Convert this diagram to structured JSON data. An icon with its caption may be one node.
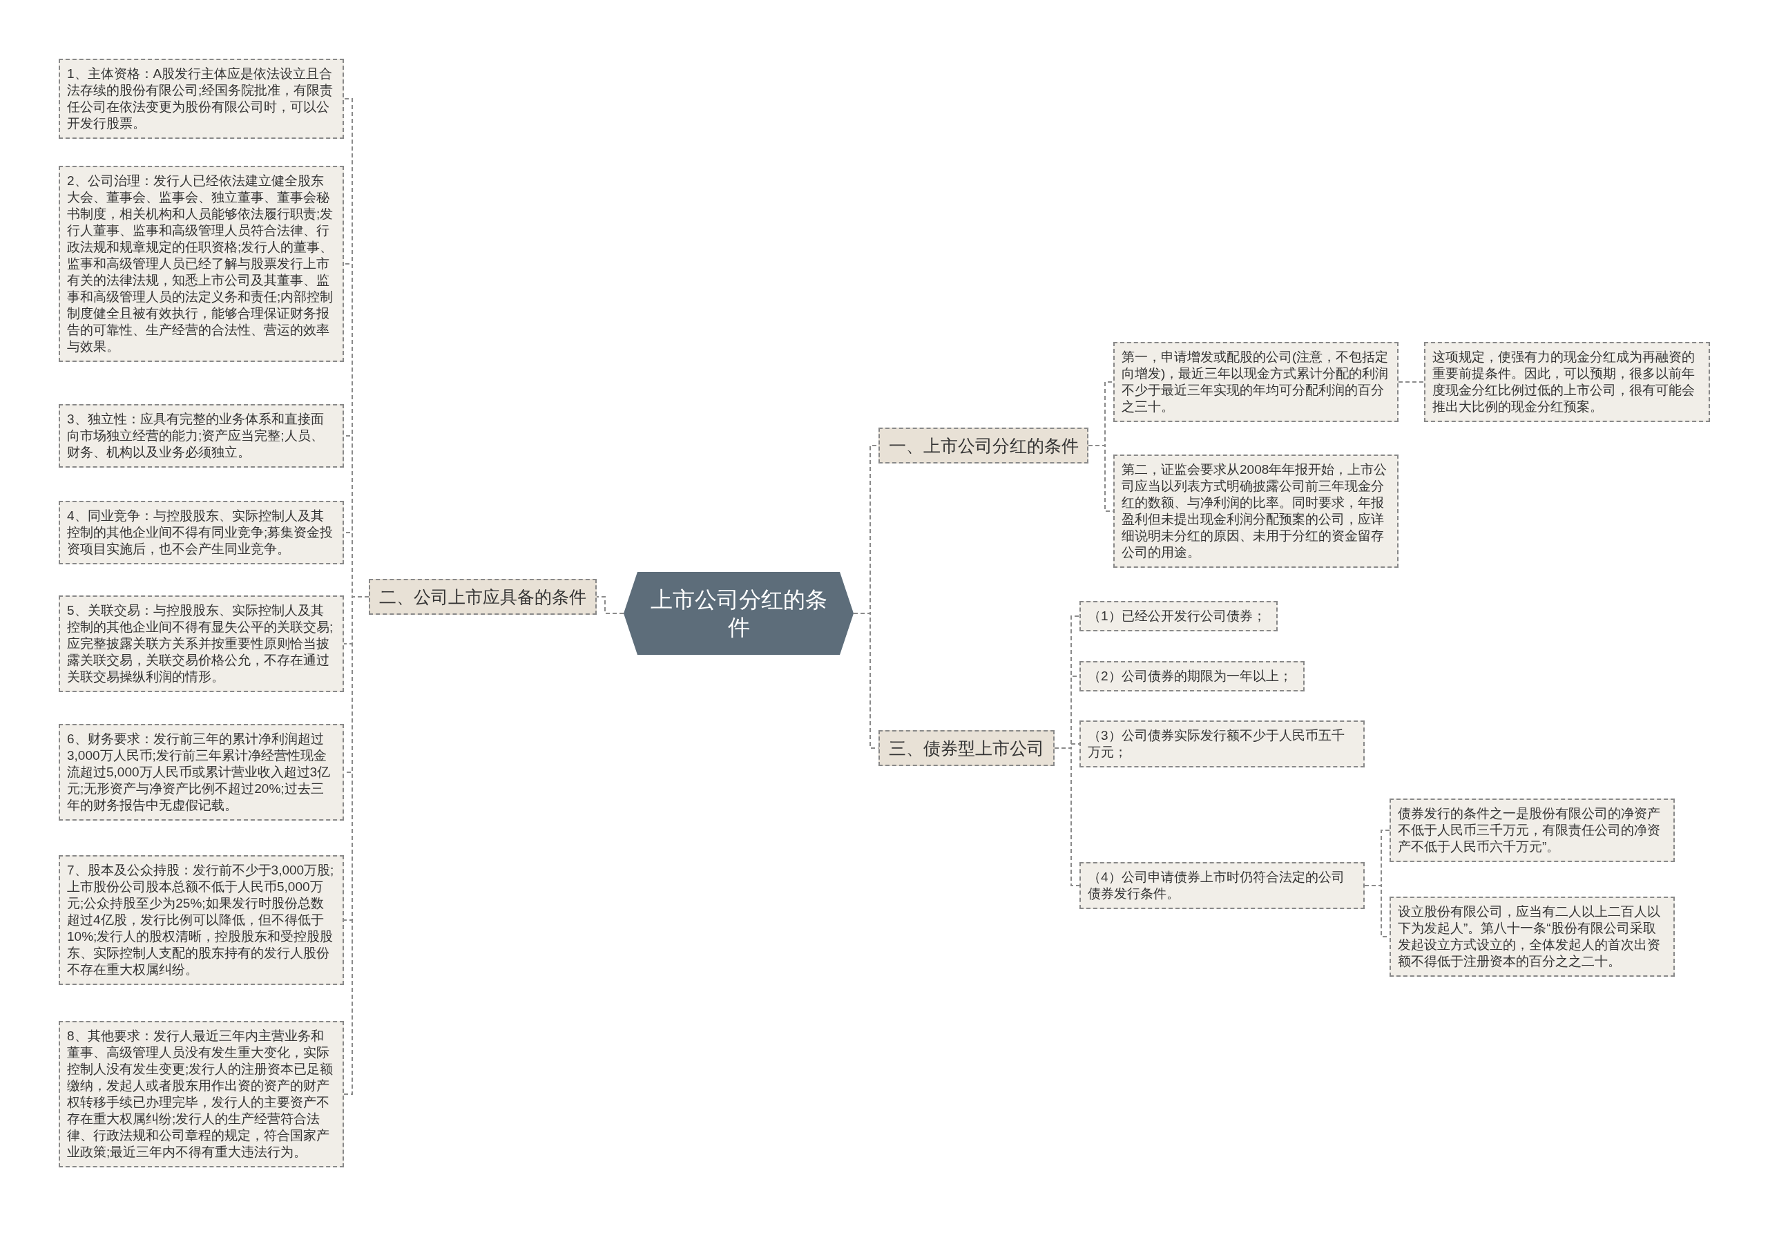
{
  "diagram": {
    "nodes": [
      {
        "text": [
          "上市公司分红的条件"
        ]
      },
      {
        "text": [
          "一、上市公司分红的条件"
        ]
      },
      {
        "text": [
          "第一，申请增发或配股的公司(注意，不包括定向增发)，最近三年以现金方式累计分配的利润不少于最近三年实现的年均可分配利润的百分之三十。"
        ]
      },
      {
        "text": [
          "这项规定，使强有力的现金分红成为再融资的重要前提条件。因此，可以预期，很多以前年度现金分红比例过低的上市公司，很有可能会推出大比例的现金分红预案。"
        ]
      },
      {
        "text": [
          "第二，证监会要求从2008年年报开始，上市公司应当以列表方式明确披露公司前三年现金分红的数额、与净利润的比率。同时要求，年报盈利但未提出现金利润分配预案的公司，应详细说明未分红的原因、未用于分红的资金留存公司的用途。"
        ]
      },
      {
        "text": [
          "二、公司上市应具备的条件"
        ]
      },
      {
        "text": [
          "1、主体资格：A股发行主体应是依法设立且合法存续的股份有限公司;经国务院批准，有限责任公司在依法变更为股份有限公司时，可以公开发行股票。"
        ]
      },
      {
        "text": [
          "2、公司治理：发行人已经依法建立健全股东大会、董事会、监事会、独立董事、董事会秘书制度，相关机构和人员能够依法履行职责;发行人董事、监事和高级管理人员符合法律、行政法规和规章规定的任职资格;发行人的董事、监事和高级管理人员已经了解与股票发行上市有关的法律法规，知悉上市公司及其董事、监事和高级管理人员的法定义务和责任;内部控制制度健全且被有效执行，能够合理保证财务报告的可靠性、生产经营的合法性、营运的效率与效果。"
        ]
      },
      {
        "text": [
          "3、独立性：应具有完整的业务体系和直接面向市场独立经营的能力;资产应当完整;人员、财务、机构以及业务必须独立。"
        ]
      },
      {
        "text": [
          "4、同业竞争：与控股股东、实际控制人及其控制的其他企业间不得有同业竞争;募集资金投资项目实施后，也不会产生同业竞争。"
        ]
      },
      {
        "text": [
          "5、关联交易：与控股股东、实际控制人及其控制的其他企业间不得有显失公平的关联交易;应完整披露关联方关系并按重要性原则恰当披露关联交易，关联交易价格公允，不存在通过关联交易操纵利润的情形。"
        ]
      },
      {
        "text": [
          "6、财务要求：发行前三年的累计净利润超过3,000万人民币;发行前三年累计净经营性现金流超过5,000万人民币或累计营业收入超过3亿元;无形资产与净资产比例不超过20%;过去三年的财务报告中无虚假记载。"
        ]
      },
      {
        "text": [
          "7、股本及公众持股：发行前不少于3,000万股;上市股份公司股本总额不低于人民币5,000万元;公众持股至少为25%;如果发行时股份总数超过4亿股，发行比例可以降低，但不得低于10%;发行人的股权清晰，控股股东和受控股股东、实际控制人支配的股东持有的发行人股份不存在重大权属纠纷。"
        ]
      },
      {
        "text": [
          "8、其他要求：发行人最近三年内主营业务和董事、高级管理人员没有发生重大变化，实际控制人没有发生变更;发行人的注册资本已足额缴纳，发起人或者股东用作出资的资产的财产权转移手续已办理完毕，发行人的主要资产不存在重大权属纠纷;发行人的生产经营符合法律、行政法规和公司章程的规定，符合国家产业政策;最近三年内不得有重大违法行为。"
        ]
      },
      {
        "text": [
          "三、债券型上市公司"
        ]
      },
      {
        "text": [
          "（1）已经公开发行公司债券；"
        ]
      },
      {
        "text": [
          "（2）公司债券的期限为一年以上；"
        ]
      },
      {
        "text": [
          "（3）公司债券实际发行额不少于人民币五千万元；"
        ]
      },
      {
        "text": [
          "（4）公司申请债券上市时仍符合法定的公司债券发行条件。"
        ]
      },
      {
        "text": [
          "债券发行的条件之一是股份有限公司的净资产不低于人民币三千万元，有限责任公司的净资产不低于人民币六千万元”。"
        ]
      },
      {
        "text": [
          "设立股份有限公司，应当有二人以上二百人以下为发起人”。第八十一条“股份有限公司采取发起设立方式设立的，全体发起人的首次出资额不得低于注册资本的百分之之二十。"
        ]
      }
    ],
    "edges": [
      {
        "from": 0,
        "to": 1,
        "arrow": "none"
      },
      {
        "from": 1,
        "to": 2,
        "arrow": "none"
      },
      {
        "from": 2,
        "to": 3,
        "arrow": "none"
      },
      {
        "from": 1,
        "to": 4,
        "arrow": "none"
      },
      {
        "from": 0,
        "to": 5,
        "arrow": "none"
      },
      {
        "from": 5,
        "to": 6,
        "arrow": "none"
      },
      {
        "from": 5,
        "to": 7,
        "arrow": "none"
      },
      {
        "from": 5,
        "to": 8,
        "arrow": "none"
      },
      {
        "from": 5,
        "to": 9,
        "arrow": "none"
      },
      {
        "from": 5,
        "to": 10,
        "arrow": "none"
      },
      {
        "from": 5,
        "to": 11,
        "arrow": "none"
      },
      {
        "from": 5,
        "to": 12,
        "arrow": "none"
      },
      {
        "from": 5,
        "to": 13,
        "arrow": "none"
      },
      {
        "from": 0,
        "to": 14,
        "arrow": "none"
      },
      {
        "from": 14,
        "to": 15,
        "arrow": "none"
      },
      {
        "from": 14,
        "to": 16,
        "arrow": "none"
      },
      {
        "from": 14,
        "to": 17,
        "arrow": "none"
      },
      {
        "from": 14,
        "to": 18,
        "arrow": "none"
      },
      {
        "from": 18,
        "to": 19,
        "arrow": "none"
      },
      {
        "from": 18,
        "to": 20,
        "arrow": "none"
      }
    ]
  }
}
